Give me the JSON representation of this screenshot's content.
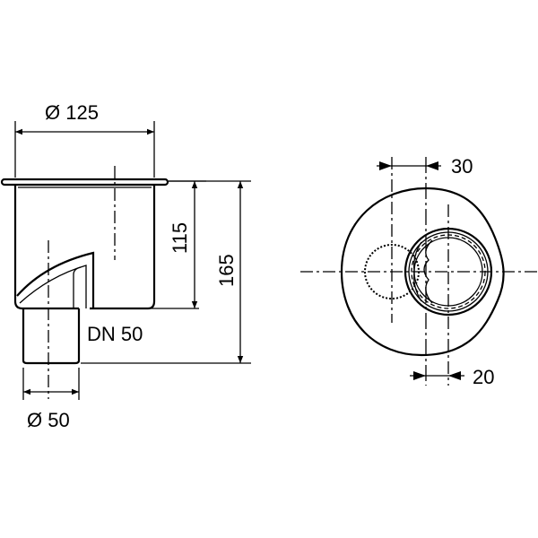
{
  "side_view": {
    "top_diameter": "Ø 125",
    "height_body": "115",
    "height_total": "165",
    "outlet_label": "DN 50",
    "outlet_diameter": "Ø 50"
  },
  "top_view": {
    "offset_top": "30",
    "offset_bottom": "20"
  },
  "colors": {
    "line": "#000000",
    "background": "#ffffff"
  }
}
